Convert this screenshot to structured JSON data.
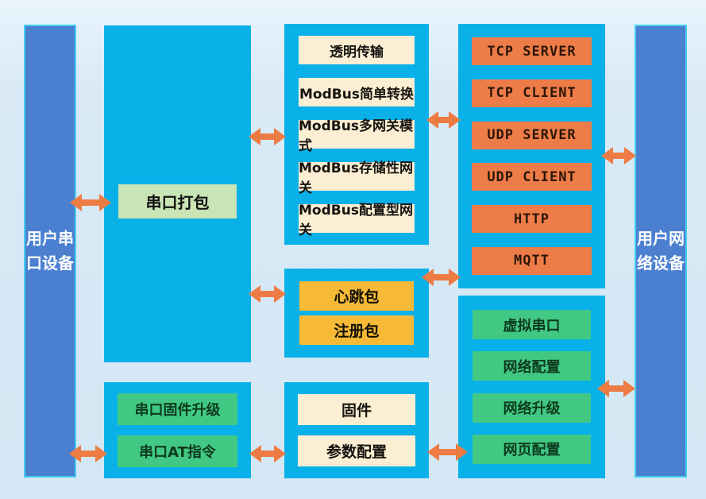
{
  "diagram": {
    "left_device": "用户串口设备",
    "right_device": "用户网络设备",
    "serial_pack_label": "串口打包",
    "transfer_modes": [
      "透明传输",
      "ModBus简单转换",
      "ModBus多网关模式",
      "ModBus存储性网关",
      "ModBus配置型网关"
    ],
    "packet_features": [
      "心跳包",
      "注册包"
    ],
    "protocols": [
      "TCP SERVER",
      "TCP CLIENT",
      "UDP SERVER",
      "UDP CLIENT",
      "HTTP",
      "MQTT"
    ],
    "network_features": [
      "虚拟串口",
      "网络配置",
      "网络升级",
      "网页配置"
    ],
    "serial_features": [
      "串口固件升级",
      "串口AT指令"
    ],
    "firmware_items": [
      "固件",
      "参数配置"
    ],
    "connections": [
      {
        "from": "user-serial-device",
        "to": "serial-pack"
      },
      {
        "from": "serial-pack",
        "to": "transfer-modes"
      },
      {
        "from": "transfer-modes",
        "to": "protocols"
      },
      {
        "from": "protocols",
        "to": "user-network-device"
      },
      {
        "from": "serial-pack",
        "to": "packet-features"
      },
      {
        "from": "packet-features",
        "to": "protocols"
      },
      {
        "from": "network-features",
        "to": "user-network-device"
      },
      {
        "from": "user-serial-device",
        "to": "serial-features"
      },
      {
        "from": "serial-features",
        "to": "firmware"
      },
      {
        "from": "firmware",
        "to": "network-features"
      }
    ],
    "colors": {
      "background": "#dcecf8",
      "container_cyan": "#0ab1e9",
      "device_bar_blue": "#4b80d1",
      "device_bar_border": "#43cfef",
      "cream": "#fbeed3",
      "orange": "#ee7c48",
      "yellow": "#f6ba37",
      "green": "#41c983",
      "sage_green": "#c9e4b5",
      "arrow_orange": "#ed7c44"
    }
  }
}
